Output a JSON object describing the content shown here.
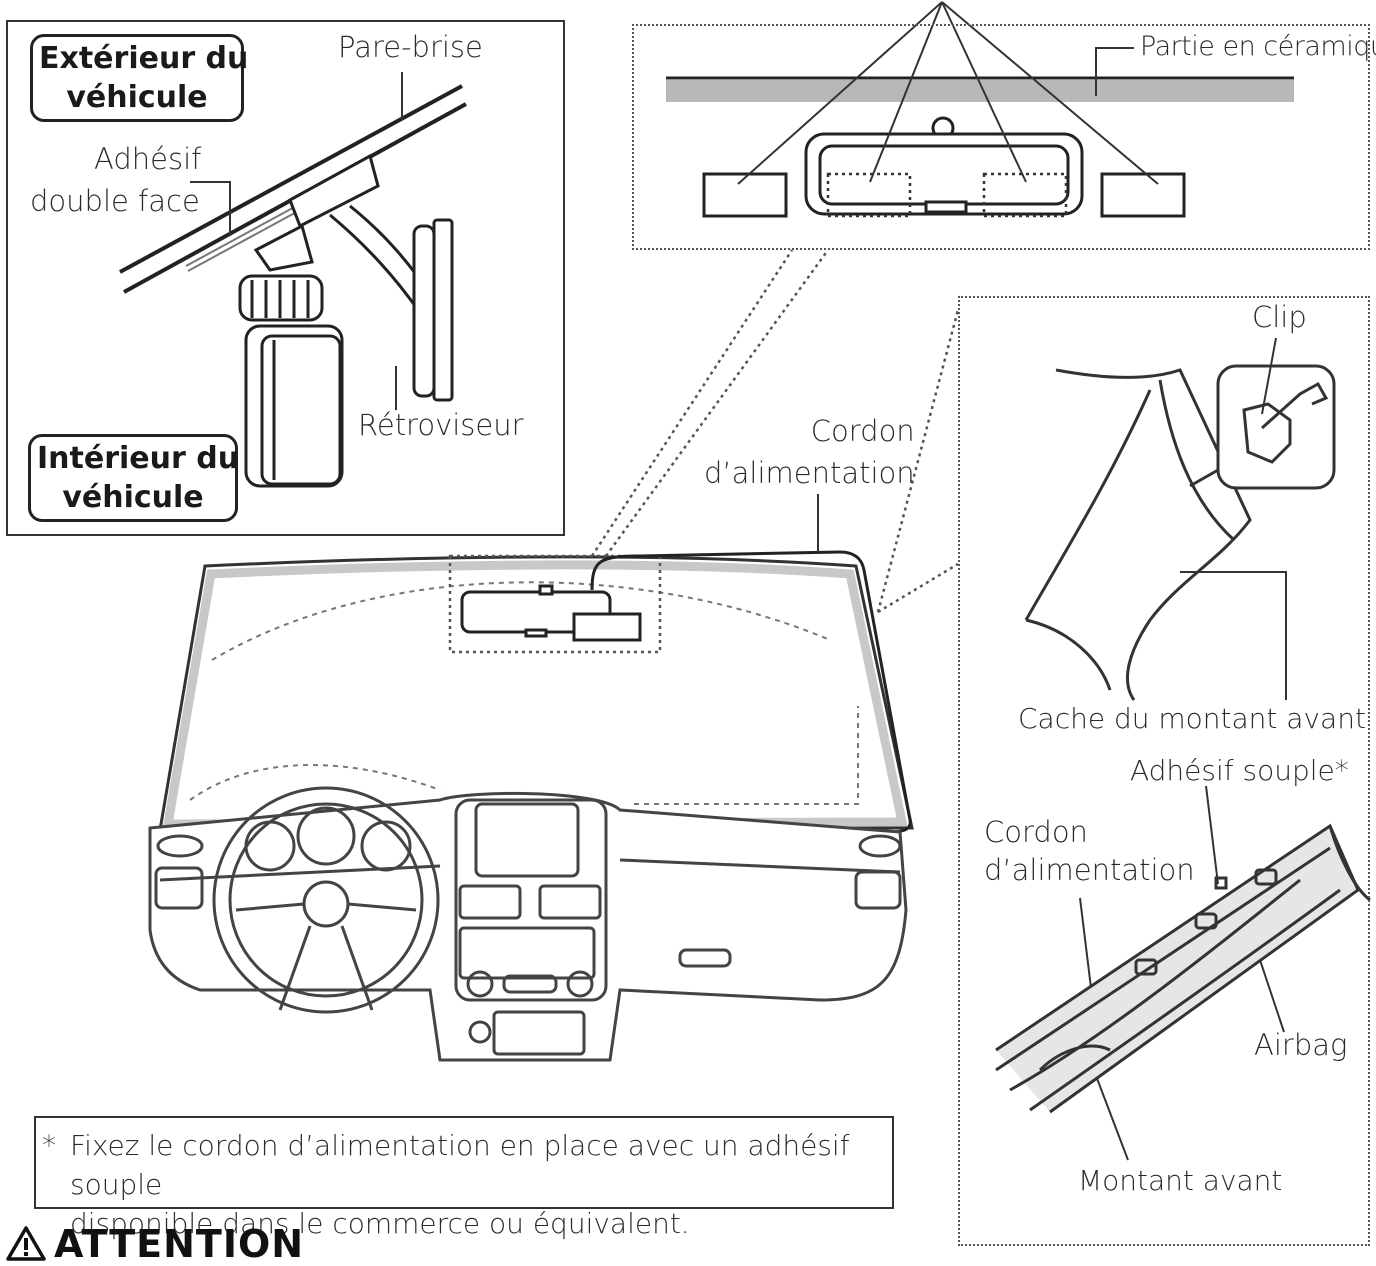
{
  "inset_mount": {
    "exterior_label": [
      "Extérieur du",
      "véhicule"
    ],
    "interior_label": [
      "Intérieur du",
      "véhicule"
    ],
    "windshield": "Pare-brise",
    "adhesive": [
      "Adhésif",
      "double face"
    ],
    "mirror": "Rétroviseur"
  },
  "inset_ceramic": {
    "ceramic": "Partie en céramique"
  },
  "main": {
    "power_cord": [
      "Cordon",
      "d’alimentation"
    ]
  },
  "inset_pillar": {
    "clip": "Clip",
    "pillar_cover": "Cache du montant avant",
    "soft_adhesive": "Adhésif souple*",
    "power_cord": [
      "Cordon",
      "d’alimentation"
    ],
    "airbag": "Airbag",
    "front_pillar": "Montant avant"
  },
  "footnote": {
    "star": "*",
    "text": [
      "Fixez le cordon d’alimentation en place avec un adhésif souple",
      "disponible dans le commerce ou équivalent."
    ]
  },
  "warning": {
    "icon": "warning-triangle-icon",
    "title": "ATTENTION"
  }
}
